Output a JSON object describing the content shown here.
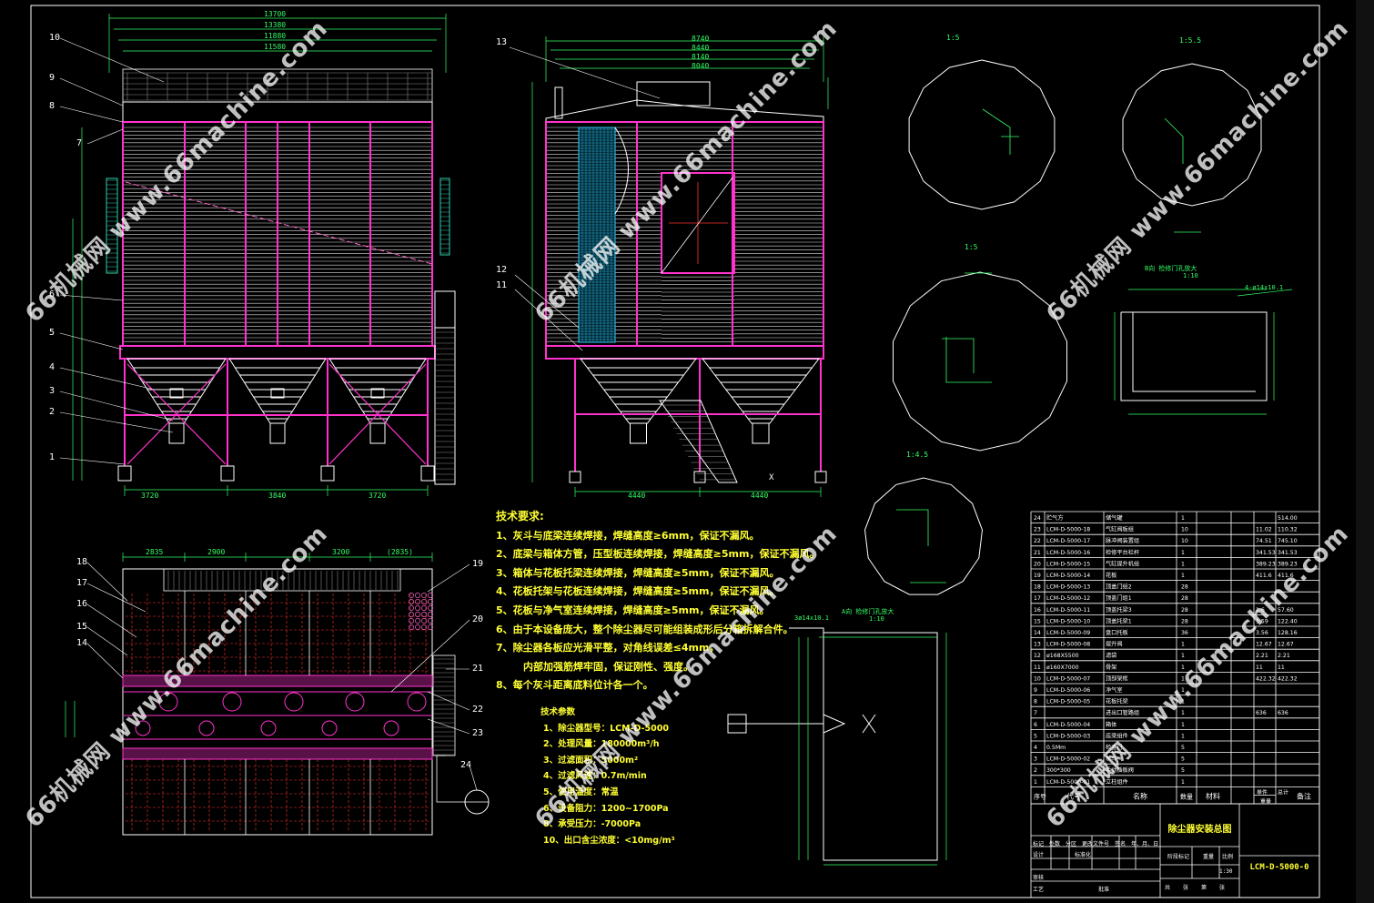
{
  "drawing": {
    "title": "除尘器安装总图",
    "drawing_no": "LCM-D-5000-0",
    "scale_text": "1:30",
    "title_block": {
      "row1": [
        "标记",
        "处数",
        "分区",
        "更改文件号",
        "签名",
        "年、月、日"
      ],
      "row2": [
        "设计",
        "",
        "标准化"
      ],
      "row3": [
        "审核"
      ],
      "row4": [
        "工艺",
        "",
        "批准"
      ],
      "stage_label": "阶段标记",
      "weight_label": "重量",
      "scale_label": "比例",
      "sheet_text": [
        "共",
        "张",
        "第",
        "张"
      ]
    }
  },
  "technical_requirements": {
    "heading": "技术要求:",
    "items": [
      "1、灰斗与底梁连续焊接，焊缝高度≥6mm，保证不漏风。",
      "2、底梁与箱体方管，压型板连续焊接，焊缝高度≥5mm，保证不漏风。",
      "3、箱体与花板托梁连续焊接，焊缝高度≥5mm，保证不漏风。",
      "4、花板托架与花板连续焊接，焊缝高度≥5mm，保证不漏风。",
      "5、花板与净气室连续焊接，焊缝高度≥5mm，保证不漏风。",
      "6、由于本设备庞大，整个除尘器尽可能组装成形后分箱拆解合件。",
      "7、除尘器各板应光滑平整，对角线误差≤4mm，",
      "内部加强筋焊牢固，保证刚性、强度。",
      "8、每个灰斗距离底料位计各一个。"
    ]
  },
  "technical_parameters": {
    "heading": "技术参数",
    "items": [
      "1、除尘器型号：LCM-D-5000",
      "2、处理风量：180000m³/h",
      "3、过滤面积：5000m²",
      "4、过滤风速：0.7m/min",
      "5、使用温度：常温",
      "6、设备阻力：1200~1700Pa",
      "8、承受压力：-7000Pa",
      "10、出口含尘浓度：<10mg/m³"
    ]
  },
  "part_numbers_front": [
    "10",
    "9",
    "8",
    "7",
    "6",
    "5",
    "4",
    "3",
    "2",
    "1"
  ],
  "part_numbers_side": [
    "13",
    "12",
    "11"
  ],
  "part_numbers_plan": [
    "18",
    "17",
    "16",
    "15",
    "14",
    "19",
    "20",
    "21",
    "22",
    "23",
    "24"
  ],
  "bom": {
    "headers": {
      "no": "序号",
      "code": "代号",
      "name": "名称",
      "qty": "数量",
      "material": "材料",
      "unit_wt": "单件",
      "total_wt": "总计",
      "weight": "重量",
      "remark": "备注"
    },
    "rows": [
      {
        "no": "24",
        "code": "贮气方",
        "name": "储气罐",
        "qty": "1",
        "total": "514.00"
      },
      {
        "no": "23",
        "code": "LCM-D-5000-18",
        "name": "气缸阀板组",
        "qty": "10",
        "unit": "11.02",
        "total": "110.32"
      },
      {
        "no": "22",
        "code": "LCM-D-5000-17",
        "name": "脉冲阀装置组",
        "qty": "10",
        "unit": "74.51",
        "total": "745.10"
      },
      {
        "no": "21",
        "code": "LCM-D-5000-16",
        "name": "检修平台栏杆",
        "qty": "1",
        "unit": "341.53",
        "total": "341.53"
      },
      {
        "no": "20",
        "code": "LCM-D-5000-15",
        "name": "气缸提升机组",
        "qty": "1",
        "unit": "389.23",
        "total": "389.23"
      },
      {
        "no": "19",
        "code": "LCM-D-5000-14",
        "name": "花板",
        "qty": "1",
        "unit": "411.6",
        "total": "411.6"
      },
      {
        "no": "18",
        "code": "LCM-D-5000-13",
        "name": "顶盖门组2",
        "qty": "28",
        "unit": "",
        "total": ""
      },
      {
        "no": "17",
        "code": "LCM-D-5000-12",
        "name": "顶盖门组1",
        "qty": "28",
        "unit": "",
        "total": ""
      },
      {
        "no": "16",
        "code": "LCM-D-5000-11",
        "name": "顶盖托梁3",
        "qty": "28",
        "unit": "1.6",
        "total": "57.60"
      },
      {
        "no": "15",
        "code": "LCM-D-5000-10",
        "name": "顶盖托梁1",
        "qty": "28",
        "unit": "1.59",
        "total": "122.40"
      },
      {
        "no": "14",
        "code": "LCM-D-5000-09",
        "name": "盘口托板",
        "qty": "36",
        "unit": "3.56",
        "total": "128.16"
      },
      {
        "no": "13",
        "code": "LCM-D-5000-08",
        "name": "提升阀",
        "qty": "1",
        "unit": "12.67",
        "total": "12.67"
      },
      {
        "no": "12",
        "code": "ø168X5500",
        "name": "滤袋",
        "qty": "1",
        "unit": "2.21",
        "total": "2.21"
      },
      {
        "no": "11",
        "code": "ø160X7000",
        "name": "骨架",
        "qty": "1",
        "unit": "11",
        "total": "11"
      },
      {
        "no": "10",
        "code": "LCM-D-5000-07",
        "name": "顶部架框",
        "qty": "1",
        "unit": "422.32",
        "total": "422.32"
      },
      {
        "no": "9",
        "code": "LCM-D-5000-06",
        "name": "净气室",
        "qty": "1",
        "unit": "",
        "total": ""
      },
      {
        "no": "8",
        "code": "LCM-D-5000-05",
        "name": "花板托梁",
        "qty": "1",
        "unit": "",
        "total": ""
      },
      {
        "no": "7",
        "code": "",
        "name": "进出口管路组",
        "qty": "1",
        "unit": "636",
        "total": "636"
      },
      {
        "no": "6",
        "code": "LCM-D-5000-04",
        "name": "箱体",
        "qty": "1",
        "unit": "",
        "total": ""
      },
      {
        "no": "5",
        "code": "LCM-D-5000-03",
        "name": "底梁组件",
        "qty": "1",
        "unit": "",
        "total": ""
      },
      {
        "no": "4",
        "code": "0.5Mm",
        "name": "检查门",
        "qty": "5",
        "unit": "",
        "total": ""
      },
      {
        "no": "3",
        "code": "LCM-D-5000-02",
        "name": "灰斗",
        "qty": "5",
        "unit": "",
        "total": ""
      },
      {
        "no": "2",
        "code": "300*300",
        "name": "手动插板阀",
        "qty": "5",
        "unit": "",
        "total": ""
      },
      {
        "no": "1",
        "code": "LCM-D-5000-01",
        "name": "立柱组件",
        "qty": "1",
        "unit": "",
        "total": ""
      }
    ]
  },
  "dimensions": {
    "front_bottom": [
      "3720",
      "3840",
      "3720"
    ],
    "side_bottom": [
      "4440",
      "4440"
    ],
    "plan_top": [
      "2835",
      "2900",
      "3200",
      "(2835)"
    ],
    "front_top": [
      "13700",
      "13380",
      "11880",
      "11580"
    ],
    "side_top": [
      "8740",
      "8440",
      "8140",
      "8040"
    ]
  },
  "view_labels": {
    "a": "1:5",
    "b": "1:5.5",
    "c": "1:5",
    "d": "1:4.5",
    "detail1": "B向  检修门孔放大",
    "detail1_scale": "1:10",
    "detail2": "A向  检修门孔放大",
    "detail2_scale": "1:10",
    "arrow_x": "X",
    "dim_a": "4-ø14x10.1",
    "dim_b": "3ø14x10.1"
  },
  "watermark": "66机械网 www.66machine.com"
}
